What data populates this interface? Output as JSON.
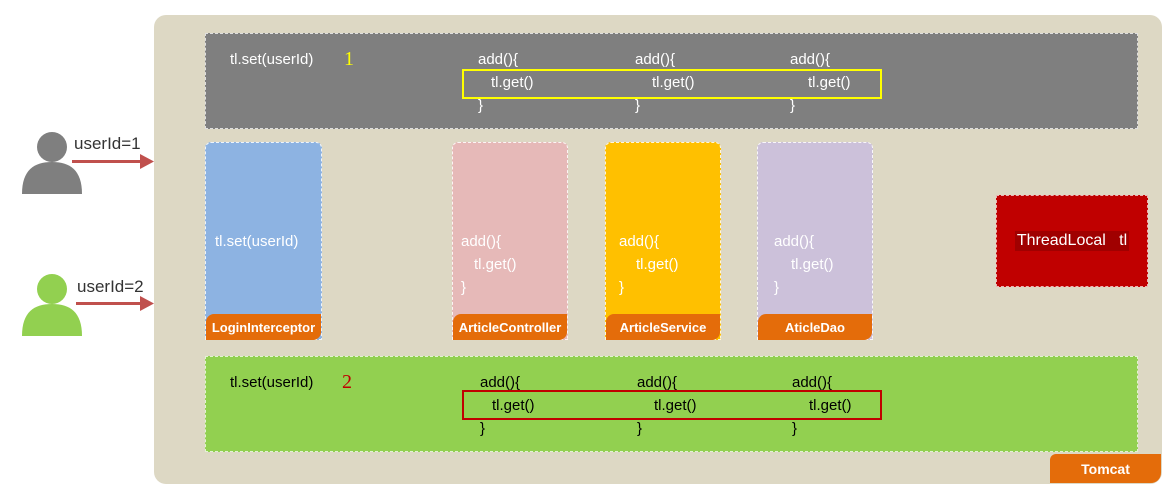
{
  "tomcat_label": "Tomcat",
  "users": [
    {
      "label": "userId=1",
      "color": "#7f7f7f"
    },
    {
      "label": "userId=2",
      "color": "#92d050"
    }
  ],
  "thread1": {
    "set_call": "tl.set(userId)",
    "number": "1",
    "methods": [
      {
        "open": "add(){",
        "body": "tl.get()",
        "close": "}"
      },
      {
        "open": "add(){",
        "body": "tl.get()",
        "close": "}"
      },
      {
        "open": "add(){",
        "body": "tl.get()",
        "close": "}"
      }
    ]
  },
  "thread2": {
    "set_call": "tl.set(userId)",
    "number": "2",
    "methods": [
      {
        "open": "add(){",
        "body": "tl.get()",
        "close": "}"
      },
      {
        "open": "add(){",
        "body": "tl.get()",
        "close": "}"
      },
      {
        "open": "add(){",
        "body": "tl.get()",
        "close": "}"
      }
    ]
  },
  "components": {
    "login": {
      "label": "LoginInterceptor",
      "text": "tl.set(userId)"
    },
    "controller": {
      "label": "ArticleController",
      "open": "add(){",
      "body": "tl.get()",
      "close": "}"
    },
    "service": {
      "label": "ArticleService",
      "open": "add(){",
      "body": "tl.get()",
      "close": "}"
    },
    "dao": {
      "label": "AticleDao",
      "open": "add(){",
      "body": "tl.get()",
      "close": "}"
    }
  },
  "threadlocal": "ThreadLocal   tl",
  "colors": {
    "tomcat_bg": "#ddd8c4",
    "orange": "#e46c0a",
    "thread1": "#7f7f7f",
    "thread2": "#92d050",
    "highlight1": "#ffff00",
    "highlight2": "#c00000",
    "threadlocal": "#c00000",
    "arrow": "#c0504d"
  }
}
